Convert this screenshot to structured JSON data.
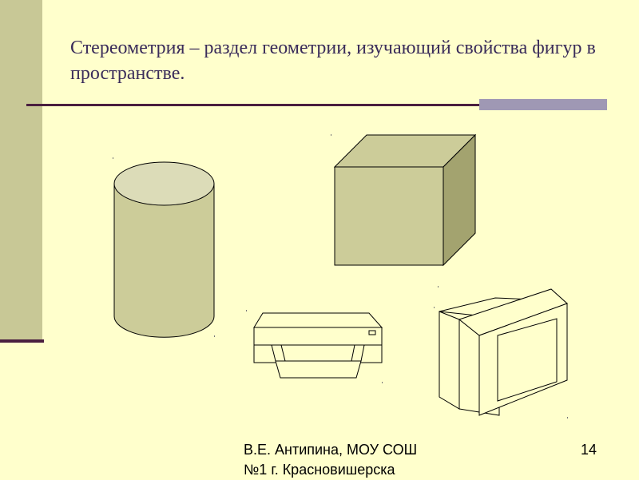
{
  "slide": {
    "title": "Стереометрия – раздел геометрии,  изучающий свойства фигур в пространстве.",
    "author_line1": "В.Е. Антипина, МОУ СОШ",
    "author_line2": "№1 г. Красновишерска",
    "page_number": "14"
  },
  "colors": {
    "background": "#ffffcc",
    "accent_bar": "#c8c896",
    "rule": "#4a1f3f",
    "rule_block": "#9f98b4",
    "title_text": "#3a2c5a",
    "solid_fill": "#cccc99",
    "solid_side": "#a3a36f",
    "object_fill": "#ffffcc"
  },
  "illustrations": {
    "cylinder": "cylinder",
    "cube": "cube",
    "printer": "printer-icon",
    "monitor": "monitor-icon"
  }
}
